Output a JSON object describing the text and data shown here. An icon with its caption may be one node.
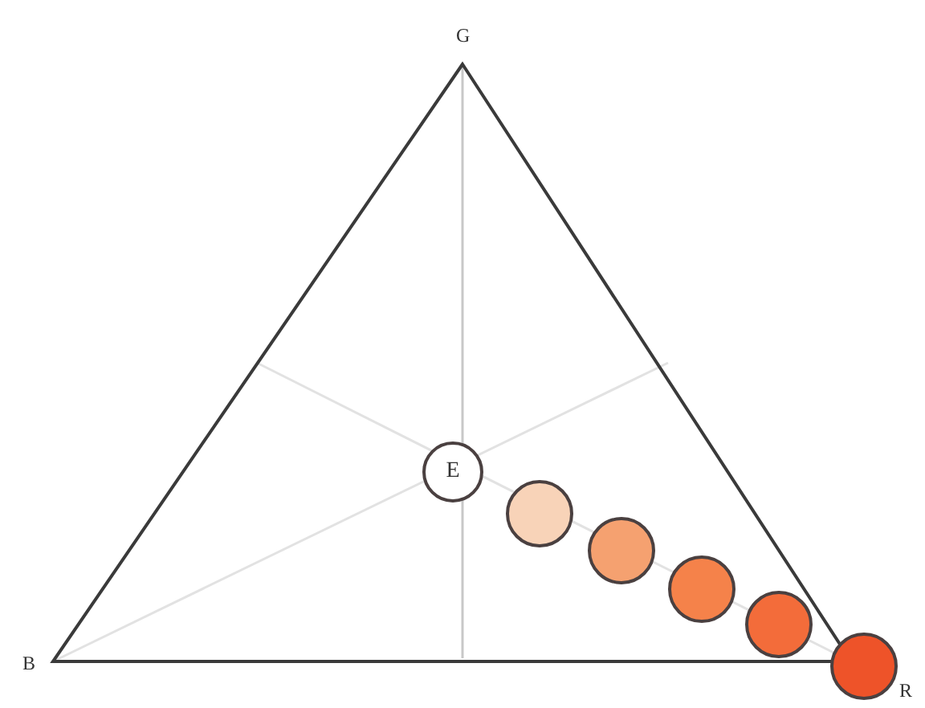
{
  "diagram": {
    "nodes": [
      {
        "text": [
          "E"
        ]
      },
      {
        "text": [],
        "shape": "circle"
      },
      {
        "text": [],
        "shape": "circle"
      },
      {
        "text": [],
        "shape": "circle"
      },
      {
        "text": [],
        "shape": "circle"
      },
      {
        "text": [],
        "shape": "circle"
      }
    ],
    "labels": [
      "G",
      "B",
      "R"
    ]
  }
}
